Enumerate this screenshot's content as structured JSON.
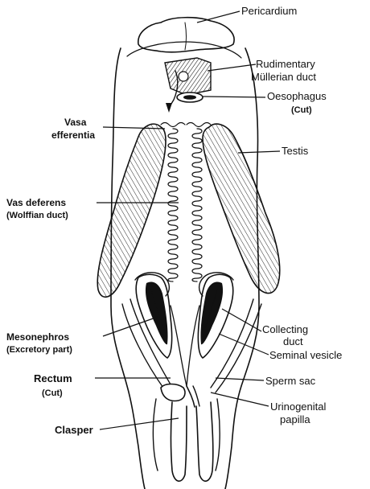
{
  "figure": {
    "labels": {
      "pericardium": "Pericardium",
      "rudimentary_1": "Rudimentary",
      "rudimentary_2": "Müllerian duct",
      "oesophagus_1": "Oesophagus",
      "oesophagus_2": "(Cut)",
      "vasa_1": "Vasa",
      "vasa_2": "efferentia",
      "testis": "Testis",
      "vas_def_1": "Vas deferens",
      "vas_def_2": "(Wolffian duct)",
      "meso_1": "Mesonephros",
      "meso_2": "(Excretory part)",
      "collecting_1": "Collecting",
      "collecting_2": "duct",
      "seminal": "Seminal vesicle",
      "rectum_1": "Rectum",
      "rectum_2": "(Cut)",
      "sperm_sac": "Sperm sac",
      "urino_1": "Urinogenital",
      "urino_2": "papilla",
      "clasper": "Clasper"
    },
    "colors": {
      "ink": "#111111",
      "background": "#ffffff"
    }
  }
}
